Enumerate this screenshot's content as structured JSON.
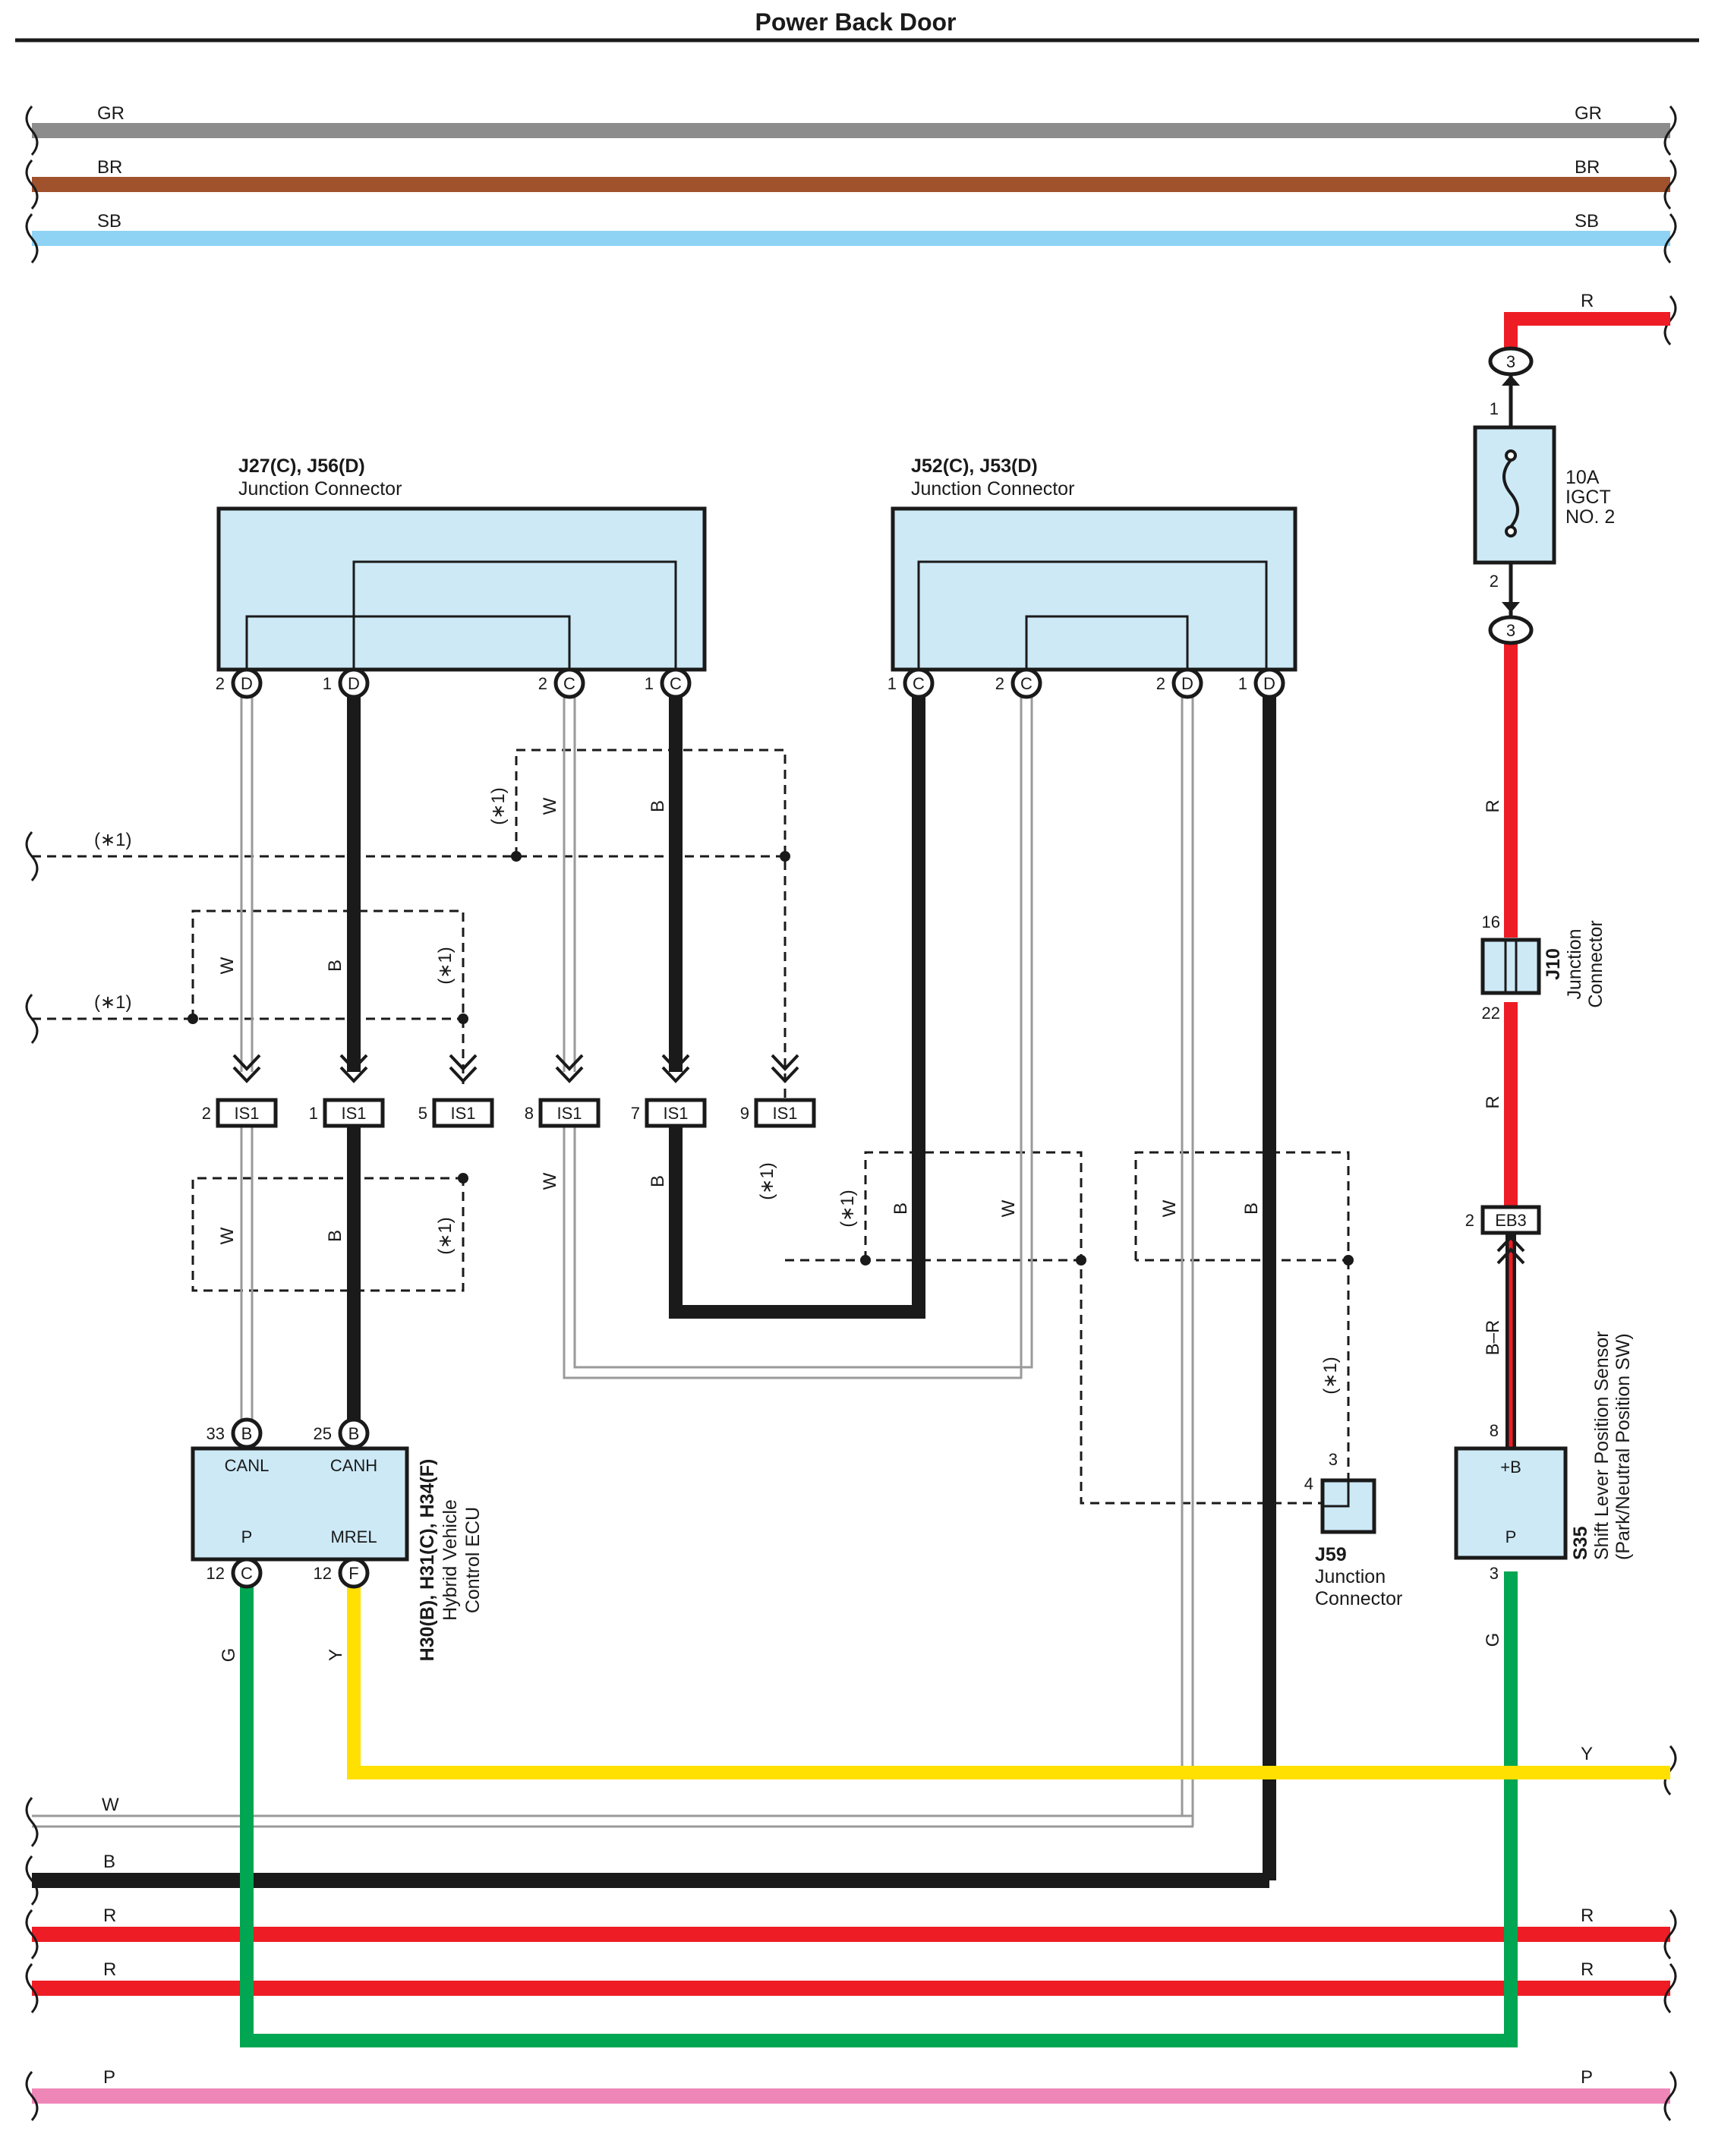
{
  "title": "Power Back Door",
  "wire_colors": {
    "GR": "#8c8c8c",
    "BR": "#a0522d",
    "SB": "#8fd3f4",
    "R": "#ee1c25",
    "W": "#a6a6a6",
    "B": "#1a1a1a",
    "G": "#00a651",
    "Y": "#ffe000",
    "P": "#ef86b8",
    "component_fill": "#cde9f6"
  },
  "top_buses": {
    "gr": "GR",
    "br": "BR",
    "sb": "SB"
  },
  "bottom_buses": {
    "w": "W",
    "b": "B",
    "r1": "R",
    "r2": "R",
    "p": "P"
  },
  "connectors": {
    "j27": {
      "name": "J27(C), J56(D)",
      "type": "Junction Connector",
      "pins": [
        {
          "no": "2",
          "letter": "D"
        },
        {
          "no": "1",
          "letter": "D"
        },
        {
          "no": "2",
          "letter": "C"
        },
        {
          "no": "1",
          "letter": "C"
        }
      ]
    },
    "j52": {
      "name": "J52(C), J53(D)",
      "type": "Junction Connector",
      "pins": [
        {
          "no": "1",
          "letter": "C"
        },
        {
          "no": "2",
          "letter": "C"
        },
        {
          "no": "2",
          "letter": "D"
        },
        {
          "no": "1",
          "letter": "D"
        }
      ]
    },
    "is1": [
      {
        "no": "2",
        "label": "IS1"
      },
      {
        "no": "1",
        "label": "IS1"
      },
      {
        "no": "5",
        "label": "IS1"
      },
      {
        "no": "8",
        "label": "IS1"
      },
      {
        "no": "7",
        "label": "IS1"
      },
      {
        "no": "9",
        "label": "IS1"
      }
    ],
    "ecu": {
      "name": "H30(B), H31(C), H34(F)",
      "desc1": "Hybrid Vehicle",
      "desc2": "Control ECU",
      "canl": "CANL",
      "canh": "CANH",
      "p": "P",
      "mrel": "MREL",
      "pins": [
        {
          "no": "33",
          "letter": "B"
        },
        {
          "no": "25",
          "letter": "B"
        },
        {
          "no": "12",
          "letter": "C"
        },
        {
          "no": "12",
          "letter": "F"
        }
      ]
    },
    "j59": {
      "name": "J59",
      "desc1": "Junction",
      "desc2": "Connector",
      "pin_top": "3",
      "pin_left": "4"
    },
    "fuse": {
      "rating": "10A",
      "name1": "IGCT",
      "name2": "NO. 2",
      "pin_in": "1",
      "pin_out": "2",
      "conn": "3"
    },
    "j10": {
      "name": "J10",
      "desc1": "Junction",
      "desc2": "Connector",
      "pin_top": "16",
      "pin_bot": "22"
    },
    "eb3": {
      "no": "2",
      "label": "EB3"
    },
    "s35": {
      "name": "S35",
      "desc1": "Shift Lever Position Sensor",
      "desc2": "(Park/Neutral Position SW)",
      "plus_b": "+B",
      "p": "P",
      "pin_top": "8",
      "pin_bot": "3"
    }
  },
  "wire_labels": {
    "w": "W",
    "b": "B",
    "r": "R",
    "g": "G",
    "y": "Y",
    "b_r": "B–R",
    "note": "(∗1)"
  }
}
